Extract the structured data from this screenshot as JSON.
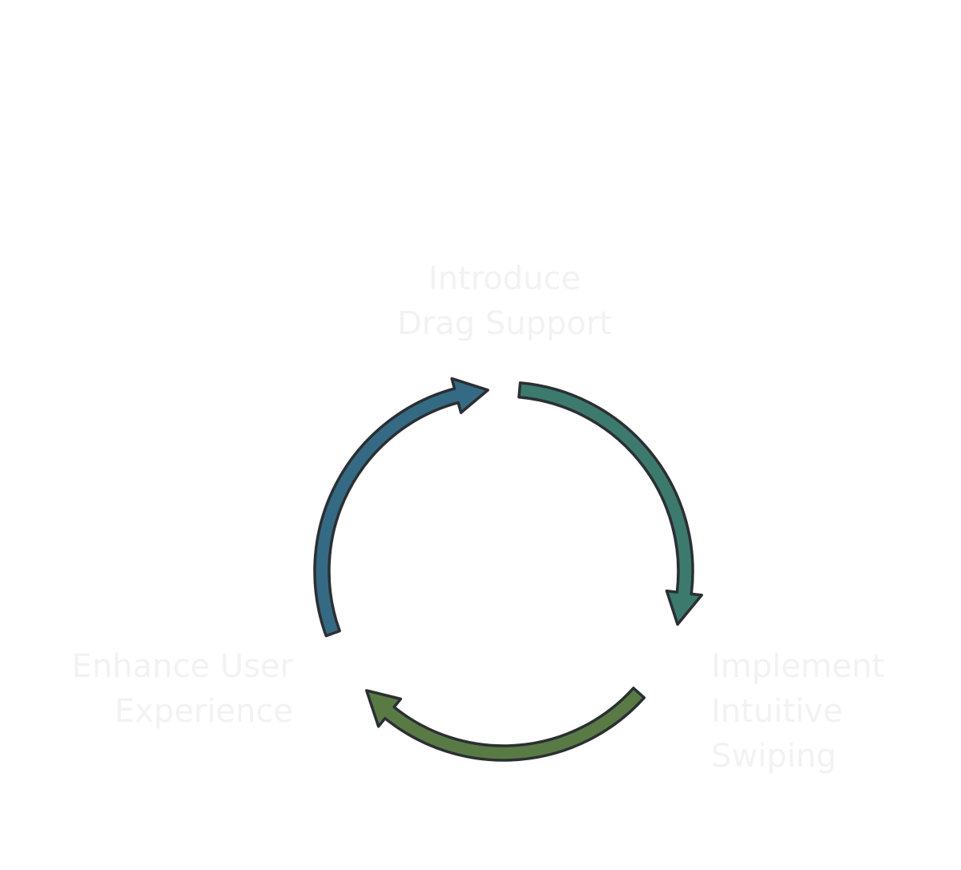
{
  "diagram": {
    "type": "cycle",
    "steps": [
      {
        "lines": [
          "Introduce",
          "Drag Support"
        ],
        "color": "#3c7a6e"
      },
      {
        "lines": [
          "Implement",
          "Intuitive",
          "Swiping"
        ],
        "color": "#5a7a45"
      },
      {
        "lines": [
          "Enhance User",
          "Experience"
        ],
        "color": "#356a84"
      }
    ],
    "outline_color": "#2b2f33",
    "label_color": "#f2f2f2"
  }
}
